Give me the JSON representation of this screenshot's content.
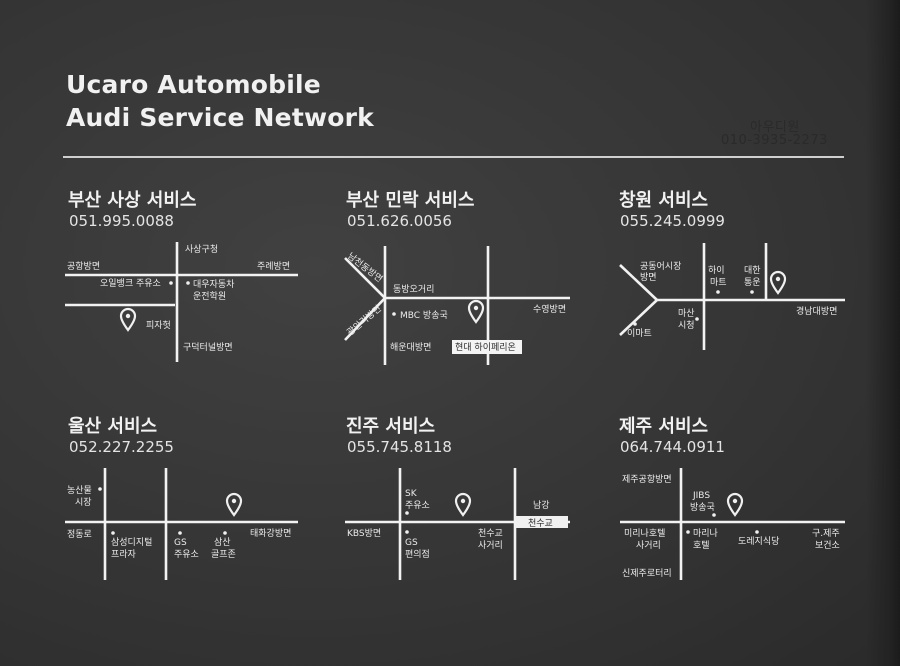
{
  "header": {
    "brand_line1": "Ucaro Automobile",
    "brand_line2": "Audi Service Network",
    "stamp_name": "아우디원",
    "stamp_phone": "010-3935-2273"
  },
  "colors": {
    "background": "#3a3a3a",
    "text": "#f2f2f2",
    "stamp": "#2a2a2a"
  },
  "sections": [
    {
      "title": "부산 사상 서비스",
      "phone": "051.995.0088",
      "labels": [
        "사상구청",
        "공항방면",
        "주례방면",
        "오일뱅크 주유소",
        "대우자동차",
        "운전학원",
        "피자헛",
        "구덕터널방면"
      ]
    },
    {
      "title": "부산 민락 서비스",
      "phone": "051.626.0056",
      "labels": [
        "남천동방면",
        "동방오거리",
        "광안리방면",
        "MBC 방송국",
        "수영방면",
        "해운대방면",
        "현대 하이페리온"
      ]
    },
    {
      "title": "창원 서비스",
      "phone": "055.245.0999",
      "labels": [
        "공동어시장",
        "방면",
        "하이",
        "마트",
        "대한",
        "통운",
        "경남대방면",
        "이마트",
        "마산",
        "시청"
      ]
    },
    {
      "title": "울산 서비스",
      "phone": "052.227.2255",
      "labels": [
        "농산물",
        "시장",
        "정동로",
        "삼성디지털",
        "프라자",
        "GS",
        "주유소",
        "삼산",
        "골프존",
        "태화강방면"
      ]
    },
    {
      "title": "진주 서비스",
      "phone": "055.745.8118",
      "labels": [
        "SK",
        "주유소",
        "남강",
        "KBS방면",
        "천수교",
        "GS",
        "편의점",
        "천수교",
        "사거리"
      ]
    },
    {
      "title": "제주 서비스",
      "phone": "064.744.0911",
      "labels": [
        "제주공항방면",
        "JIBS",
        "방송국",
        "미리나호텔",
        "사거리",
        "마리나",
        "호텔",
        "도레지식당",
        "구.제주",
        "보건소",
        "신제주로터리"
      ]
    }
  ]
}
